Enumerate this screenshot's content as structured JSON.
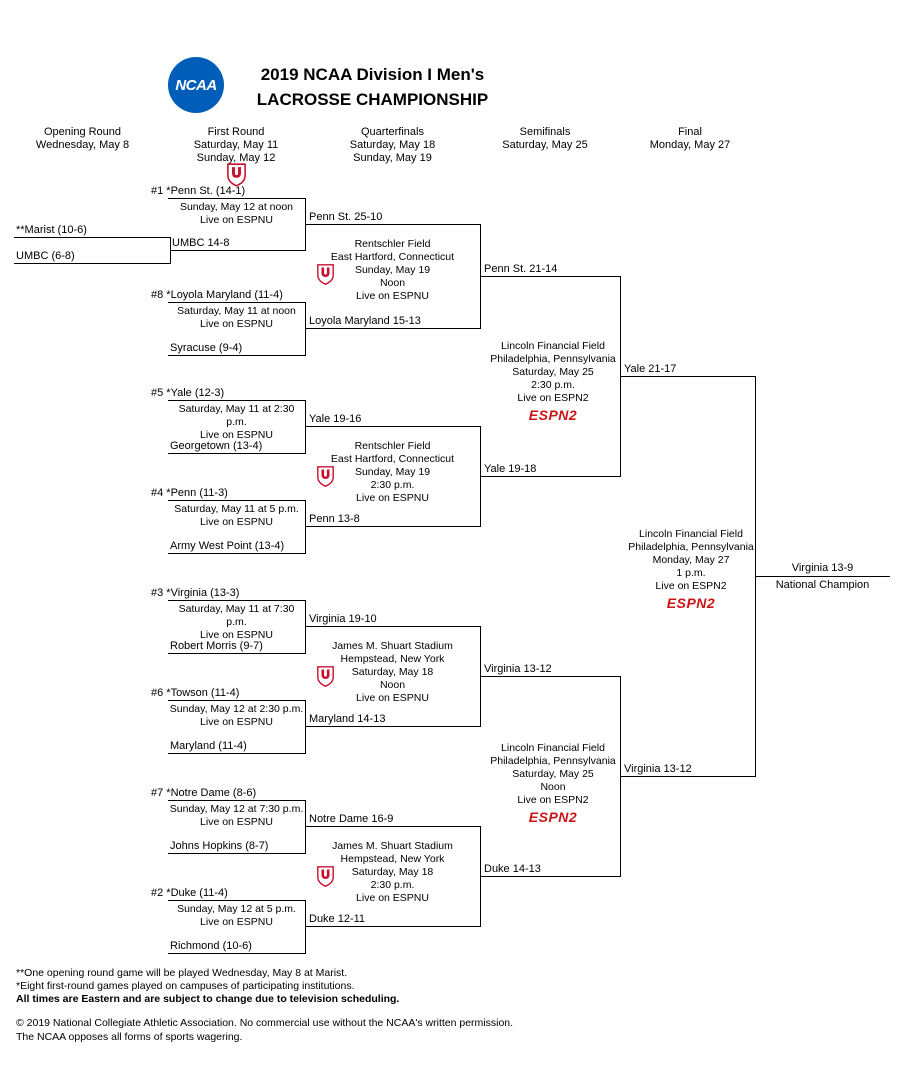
{
  "header": {
    "logo": "NCAA",
    "title_line1": "2019 NCAA Division I Men's",
    "title_line2": "LACROSSE CHAMPIONSHIP"
  },
  "rounds": {
    "opening": {
      "label": "Opening Round",
      "date1": "Wednesday, May 8"
    },
    "first": {
      "label": "First Round",
      "date1": "Saturday, May 11",
      "date2": "Sunday, May 12"
    },
    "quarterfinals": {
      "label": "Quarterfinals",
      "date1": "Saturday, May 18",
      "date2": "Sunday, May 19"
    },
    "semifinals": {
      "label": "Semifinals",
      "date1": "Saturday, May 25"
    },
    "final": {
      "label": "Final",
      "date1": "Monday, May 27"
    }
  },
  "opening_round": {
    "team_top": "**Marist (10-6)",
    "team_bottom": "UMBC (6-8)",
    "result": "UMBC 14-8"
  },
  "first_round": [
    {
      "top": "#1 *Penn St. (14-1)",
      "when": "Sunday, May 12 at noon",
      "tv": "Live on ESPNU",
      "result": "Penn St. 25-10"
    },
    {
      "top": "#8 *Loyola Maryland (11-4)",
      "when": "Saturday, May 11 at noon",
      "tv": "Live on ESPNU",
      "bottom": "Syracuse (9-4)",
      "result": "Loyola Maryland 15-13"
    },
    {
      "top": "#5 *Yale (12-3)",
      "when": "Saturday, May 11 at 2:30 p.m.",
      "tv": "Live on ESPNU",
      "bottom": "Georgetown (13-4)",
      "result": "Yale 19-16"
    },
    {
      "top": "#4 *Penn (11-3)",
      "when": "Saturday, May 11 at 5 p.m.",
      "tv": "Live on ESPNU",
      "bottom": "Army West Point (13-4)",
      "result": "Penn 13-8"
    },
    {
      "top": "#3 *Virginia (13-3)",
      "when": "Saturday, May 11 at 7:30 p.m.",
      "tv": "Live on ESPNU",
      "bottom": "Robert Morris (9-7)",
      "result": "Virginia 19-10"
    },
    {
      "top": "#6 *Towson (11-4)",
      "when": "Sunday, May 12 at 2:30 p.m.",
      "tv": "Live on ESPNU",
      "bottom": "Maryland (11-4)",
      "result": "Maryland 14-13"
    },
    {
      "top": "#7 *Notre Dame (8-6)",
      "when": "Sunday, May 12 at 7:30 p.m.",
      "tv": "Live on ESPNU",
      "bottom": "Johns Hopkins (8-7)",
      "result": "Notre Dame 16-9"
    },
    {
      "top": "#2 *Duke (11-4)",
      "when": "Sunday, May 12 at 5 p.m.",
      "tv": "Live on ESPNU",
      "bottom": "Richmond (10-6)",
      "result": "Duke 12-11"
    }
  ],
  "quarterfinals": [
    {
      "venue": "Rentschler Field",
      "city": "East Hartford, Connecticut",
      "date": "Sunday, May 19",
      "time": "Noon",
      "tv": "Live on ESPNU",
      "result": "Penn St. 21-14"
    },
    {
      "venue": "Rentschler Field",
      "city": "East Hartford, Connecticut",
      "date": "Sunday, May 19",
      "time": "2:30 p.m.",
      "tv": "Live on ESPNU",
      "result": "Yale 19-18"
    },
    {
      "venue": "James M. Shuart Stadium",
      "city": "Hempstead, New York",
      "date": "Saturday, May 18",
      "time": "Noon",
      "tv": "Live on ESPNU",
      "result": "Virginia 13-12"
    },
    {
      "venue": "James M. Shuart Stadium",
      "city": "Hempstead, New York",
      "date": "Saturday, May 18",
      "time": "2:30 p.m.",
      "tv": "Live on ESPNU",
      "result": "Duke 14-13"
    }
  ],
  "semifinals": [
    {
      "venue": "Lincoln Financial Field",
      "city": "Philadelphia, Pennsylvania",
      "date": "Saturday, May 25",
      "time": "2:30 p.m.",
      "tv": "Live on ESPN2",
      "tv_logo": "ESPN2",
      "result": "Yale 21-17"
    },
    {
      "venue": "Lincoln Financial Field",
      "city": "Philadelphia, Pennsylvania",
      "date": "Saturday, May 25",
      "time": "Noon",
      "tv": "Live on ESPN2",
      "tv_logo": "ESPN2",
      "result": "Virginia 13-12"
    }
  ],
  "final": {
    "venue": "Lincoln Financial Field",
    "city": "Philadelphia, Pennsylvania",
    "date": "Monday, May 27",
    "time": "1 p.m.",
    "tv": "Live on ESPN2",
    "tv_logo": "ESPN2",
    "champion_score": "Virginia 13-9",
    "champion_label": "National Champion"
  },
  "footnotes": {
    "note1": "**One opening round game will be played Wednesday, May 8 at Marist.",
    "note2": "*Eight first-round games played on campuses of participating institutions.",
    "note3": "All times are Eastern and are subject to change due to television scheduling.",
    "copyright": "© 2019 National Collegiate Athletic Association. No commercial use without the NCAA's written permission.",
    "wagering": "The NCAA opposes all forms of sports wagering."
  },
  "colors": {
    "ncaa_blue": "#005eb8",
    "espn_red": "#cc1417",
    "line": "#000000"
  }
}
